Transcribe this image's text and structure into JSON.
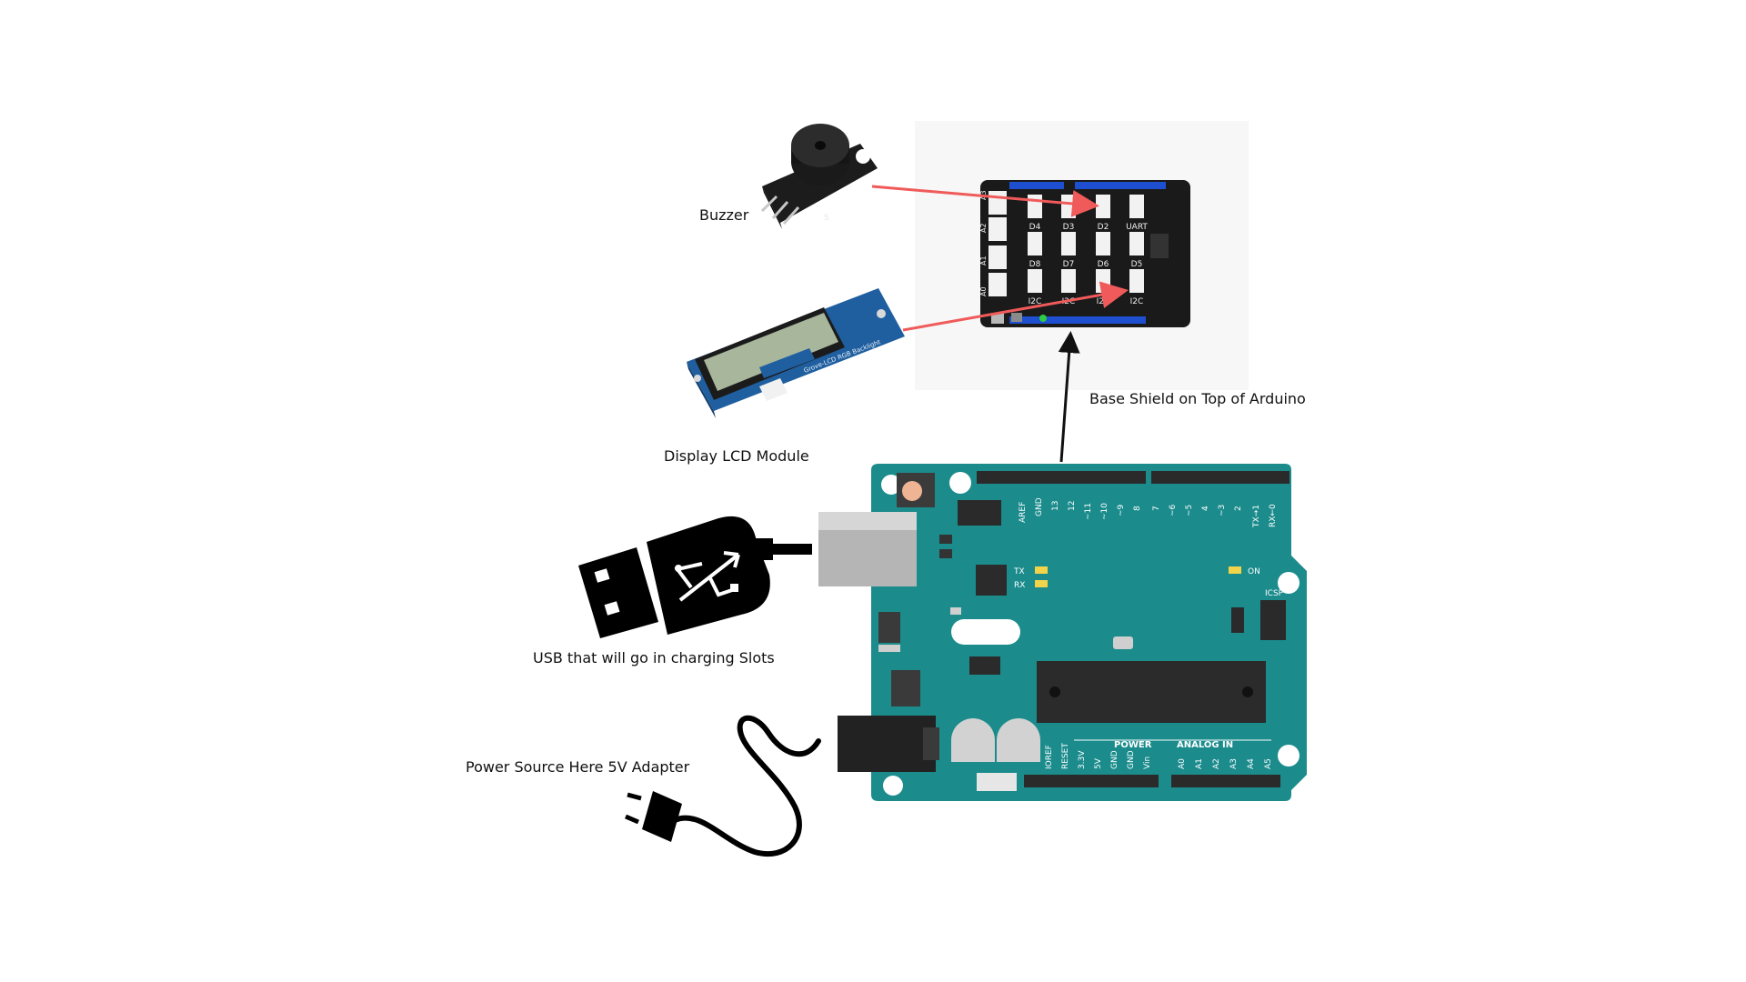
{
  "labels": {
    "buzzer": "Buzzer",
    "lcd": "Display LCD Module",
    "shield": "Base Shield on Top of Arduino",
    "usb": "USB that will go in charging Slots",
    "power": "Power Source Here 5V Adapter"
  },
  "buzzer_marks": {
    "pin_label": "S"
  },
  "lcd_marks": {
    "board_text": "Grove-LCD RGB Backlight"
  },
  "shield_ports": {
    "left_column": [
      "A3",
      "A2",
      "A1",
      "A0"
    ],
    "row1": [
      "D4",
      "D3",
      "D2",
      "UART"
    ],
    "row2": [
      "D8",
      "D7",
      "D6",
      "D5"
    ],
    "row3": [
      "I2C",
      "I2C",
      "I2C",
      "I2C"
    ]
  },
  "arduino": {
    "top_header": [
      "AREF",
      "GND",
      "13",
      "12",
      "~11",
      "~10",
      "~9",
      "8",
      "7",
      "~6",
      "~5",
      "4",
      "~3",
      "2",
      "TX→1",
      "RX←0"
    ],
    "tx": "TX",
    "rx": "RX",
    "on": "ON",
    "icsp": "ICSP",
    "power_title": "POWER",
    "analog_title": "ANALOG IN",
    "power_pins": [
      "IOREF",
      "RESET",
      "3.3V",
      "5V",
      "GND",
      "GND",
      "Vin"
    ],
    "analog_pins": [
      "A0",
      "A1",
      "A2",
      "A3",
      "A4",
      "A5"
    ]
  },
  "colors": {
    "board": "#1b8b8c",
    "connector_arrow": "#f05a5a",
    "shield_arrow": "#111111",
    "header": "#2a2a2a",
    "shield_board": "#1a1a1a",
    "shield_rail": "#1f4fd1"
  },
  "icons": {
    "usb": "usb-plug-icon",
    "power": "power-plug-icon"
  }
}
